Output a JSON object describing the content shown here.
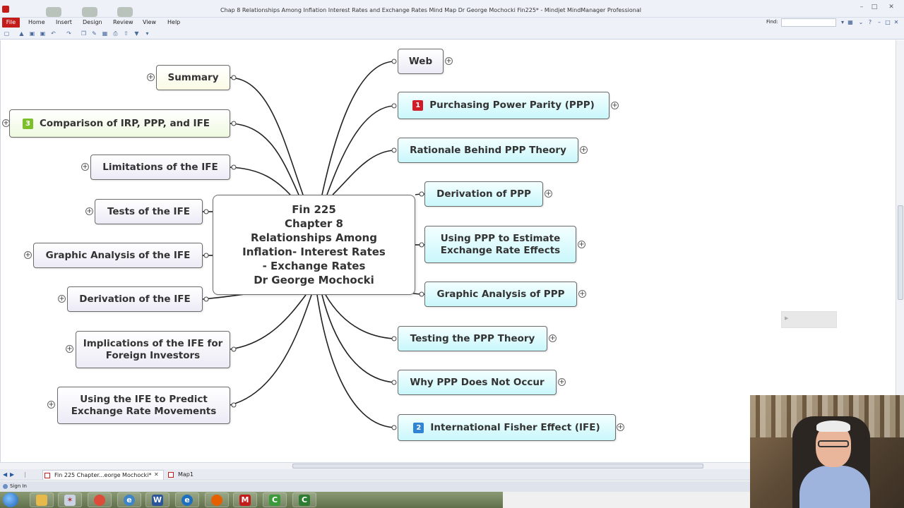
{
  "window": {
    "title": "Chap 8 Relationships Among Inflation  Interest Rates and Exchange Rates Mind Map Dr George Mochocki Fin225* - Mindjet MindManager Professional"
  },
  "ribbon": {
    "tabs": [
      "File",
      "Home",
      "Insert",
      "Design",
      "Review",
      "View",
      "Help"
    ],
    "find_label": "Find:",
    "find_value": ""
  },
  "mindmap": {
    "central": {
      "lines": [
        "Fin 225",
        "Chapter 8",
        "Relationships Among",
        "Inflation- Interest Rates",
        "- Exchange Rates",
        "Dr George Mochocki"
      ]
    },
    "left_topics": [
      {
        "label": "Summary"
      },
      {
        "label": "Comparison of IRP, PPP, and IFE",
        "badge": "3"
      },
      {
        "label": "Limitations of the IFE"
      },
      {
        "label": "Tests of the IFE"
      },
      {
        "label": "Graphic Analysis of the IFE"
      },
      {
        "label": "Derivation of the IFE"
      },
      {
        "label": "Implications of the IFE for Foreign Investors"
      },
      {
        "label": "Using the IFE to Predict Exchange Rate Movements"
      }
    ],
    "right_topics": [
      {
        "label": "Web"
      },
      {
        "label": "Purchasing Power Parity (PPP)",
        "badge": "1"
      },
      {
        "label": "Rationale Behind PPP Theory"
      },
      {
        "label": "Derivation of PPP"
      },
      {
        "label": "Using PPP to Estimate Exchange Rate Effects"
      },
      {
        "label": "Graphic Analysis of PPP"
      },
      {
        "label": "Testing the PPP Theory"
      },
      {
        "label": "Why PPP Does Not Occur"
      },
      {
        "label": "International Fisher Effect (IFE)",
        "badge": "2"
      }
    ],
    "expander_symbol": "+"
  },
  "doc_tabs": [
    {
      "label": "Fin 225 Chapter...eorge Mochocki*"
    },
    {
      "label": "Map1"
    }
  ],
  "statusbar": {
    "signin": "Sign In"
  },
  "taskbar": {
    "apps": [
      "explorer",
      "paint",
      "chrome",
      "ie",
      "word",
      "ie-alt",
      "firefox",
      "mindmanager",
      "camtasia-recorder",
      "camtasia-studio"
    ]
  },
  "colors": {
    "accent": "#c41b1b",
    "right_topic_fill": "#c9f7fb",
    "left_topic_fill": "#ecebf6",
    "badge_red": "#d11c2a",
    "badge_green": "#7cbf2a",
    "badge_blue": "#2f84d4"
  }
}
